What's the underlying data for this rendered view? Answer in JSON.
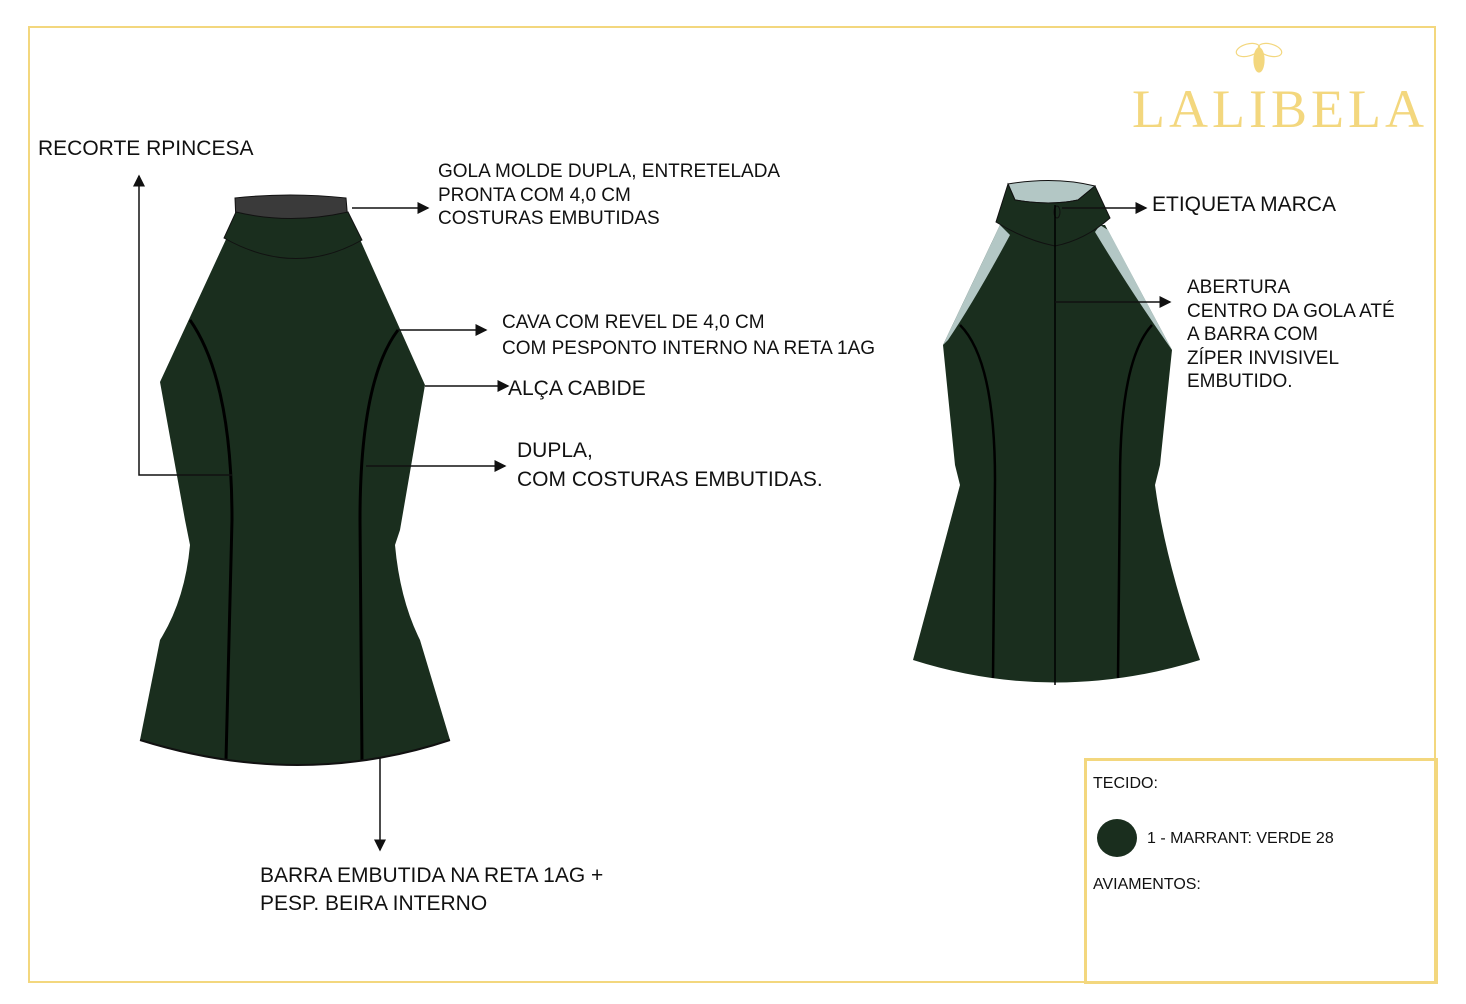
{
  "brand": {
    "name": "LALIBELA",
    "icon": "bee-icon",
    "color": "#f3d77e"
  },
  "front_labels": {
    "princess_seam": "RECORTE RPINCESA",
    "collar": "GOLA MOLDE DUPLA, ENTRETELADA\nPRONTA COM 4,0 CM\nCOSTURAS EMBUTIDAS",
    "armhole": "CAVA COM REVEL DE 4,0 CM\nCOM PESPONTO INTERNO NA RETA 1AG",
    "hanger_loop": "ALÇA CABIDE",
    "lining": "DUPLA,\nCOM COSTURAS EMBUTIDAS.",
    "hem": "BARRA EMBUTIDA NA RETA 1AG +\nPESP. BEIRA INTERNO"
  },
  "back_labels": {
    "brand_tag": "ETIQUETA MARCA",
    "opening": "ABERTURA\nCENTRO DA GOLA ATÉ\nA BARRA COM\nZÍPER INVISIVEL\nEMBUTIDO."
  },
  "spec_box": {
    "fabric_title": "TECIDO:",
    "fabrics": [
      {
        "label": "1 - MARRANT: VERDE 28",
        "color": "#1a2e1e"
      }
    ],
    "trims_title": "AVIAMENTOS:"
  },
  "colors": {
    "garment": "#1a2e1e",
    "lining": "#b3c7c5",
    "collar_inner": "#3a3a3a"
  }
}
